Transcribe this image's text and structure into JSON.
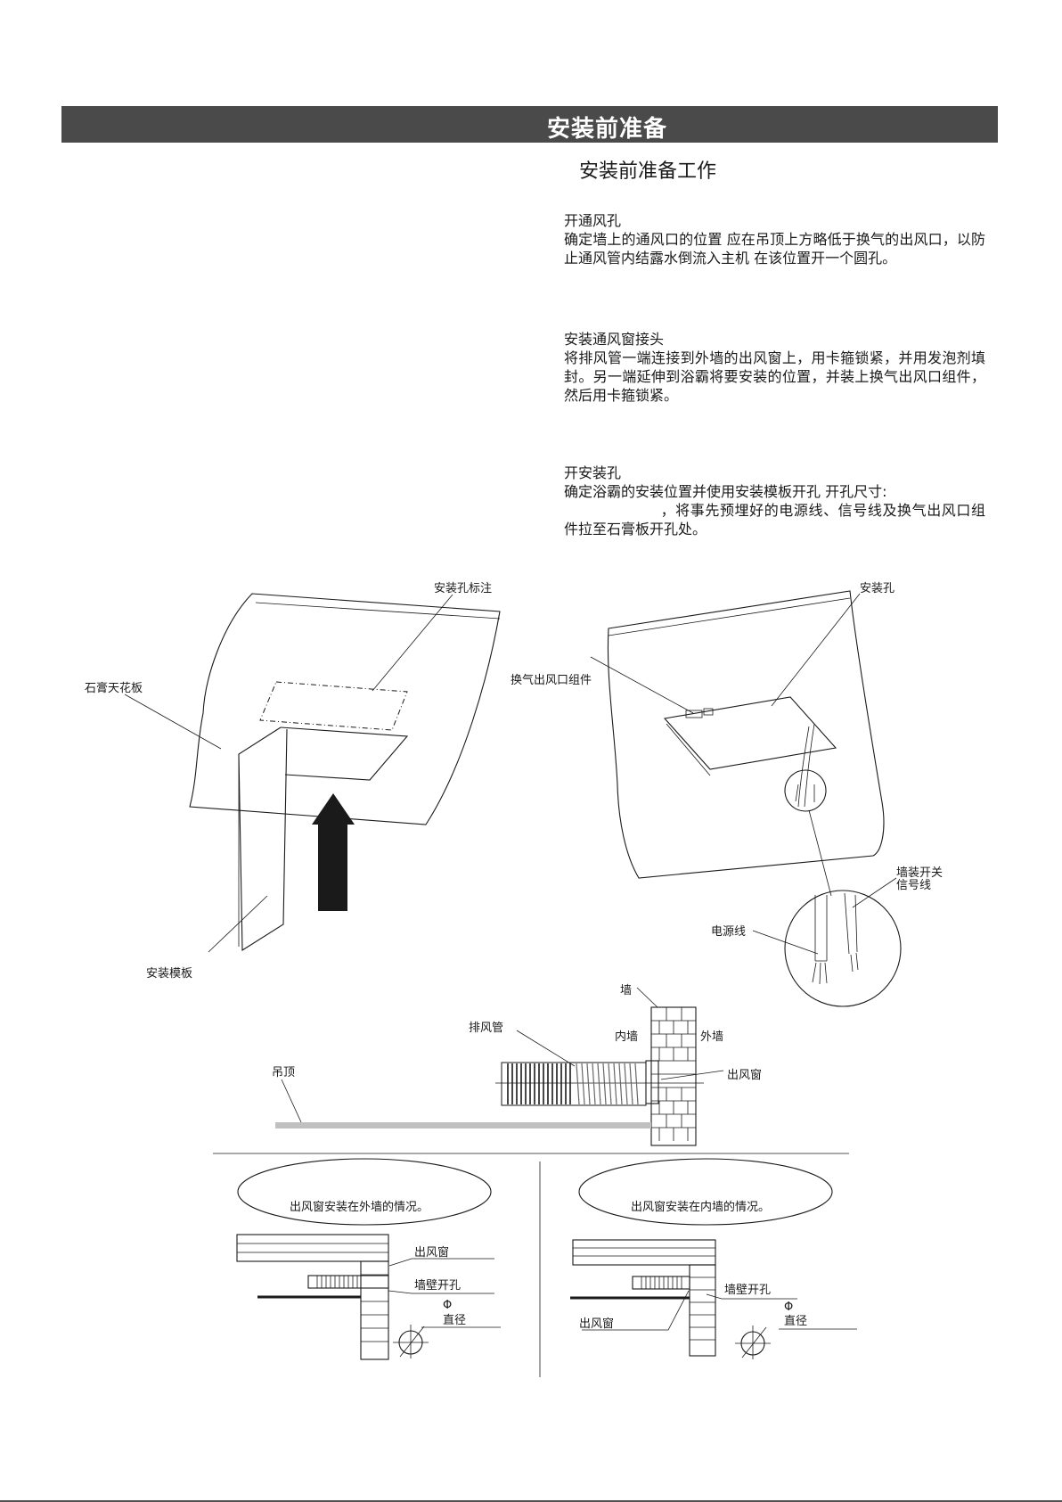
{
  "header": {
    "title": "安装前准备"
  },
  "section_title": "安装前准备工作",
  "blocks": [
    {
      "heading": "开通风孔",
      "body": "确定墙上的通风口的位置 应在吊顶上方略低于换气的出风口，以防止通风管内结露水倒流入主机 在该位置开一个圆孔。"
    },
    {
      "heading": "安装通风窗接头",
      "body": "将排风管一端连接到外墙的出风窗上，用卡箍锁紧，并用发泡剂填封。另一端延伸到浴霸将要安装的位置，并装上换气出风口组件，然后用卡箍锁紧。"
    },
    {
      "heading": "开安装孔",
      "body_line1": "确定浴霸的安装位置并使用安装模板开孔 开孔尺寸:",
      "body_line2": "，将事先预埋好的电源线、信号线及换气出风口组件拉至石膏板开孔处。"
    }
  ],
  "figure_left": {
    "ceiling_label": "石膏天花板",
    "hole_mark_label": "安装孔标注",
    "template_label": "安装模板"
  },
  "figure_right": {
    "hole_label": "安装孔",
    "outlet_label": "换气出风口组件",
    "switch_label": "墙装开关",
    "signal_label": "信号线",
    "power_label": "电源线"
  },
  "figure_wall": {
    "wall_label": "墙",
    "duct_label": "排风管",
    "inner_wall_label": "内墙",
    "outer_wall_label": "外墙",
    "ceiling_label": "吊顶",
    "vent_label": "出风窗"
  },
  "figure_cases": {
    "left": {
      "caption": "出风窗安装在外墙的情况。",
      "vent_label": "出风窗",
      "hole_label": "墙壁开孔",
      "phi": "Φ",
      "diameter_label": "直径"
    },
    "right": {
      "caption": "出风窗安装在内墙的情况。",
      "vent_label": "出风窗",
      "hole_label": "墙壁开孔",
      "phi": "Φ",
      "diameter_label": "直径"
    }
  },
  "colors": {
    "header_bg": "#4a4a4a",
    "header_text": "#ffffff"
  }
}
